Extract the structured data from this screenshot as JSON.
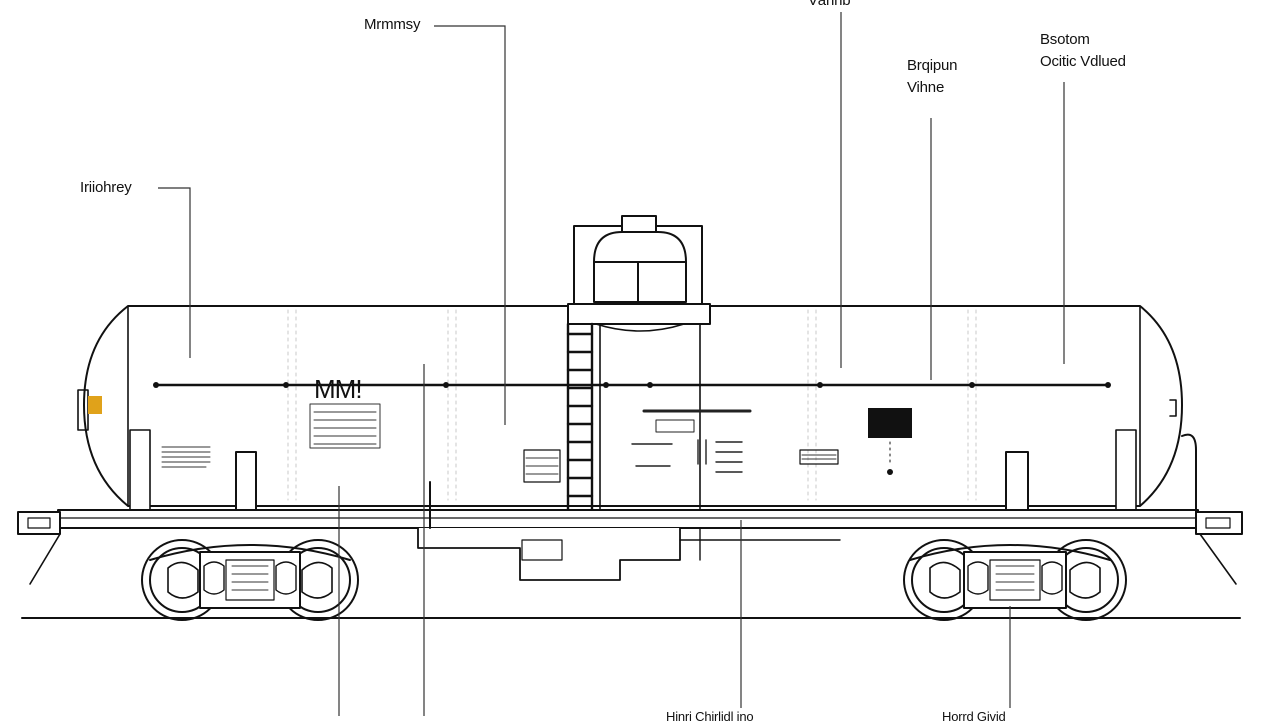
{
  "callouts": {
    "top_center": "Vàhhb",
    "top_left": "Mrmmsy",
    "left": "Iriiohrey",
    "middle_line1": "Brqipun",
    "middle_line2": "Vihne",
    "right_line1": "Bsotom",
    "right_line2": "Ocitic Vdlued",
    "bottom_center": "Hinri Chirlidl ino",
    "bottom_right": "Horrd Givid"
  },
  "tank_marking": "MM!",
  "colors": {
    "line": "#111111",
    "faint_line": "#c8c8c8",
    "end_fitting": "#e0a21a",
    "panel": "#111111"
  }
}
